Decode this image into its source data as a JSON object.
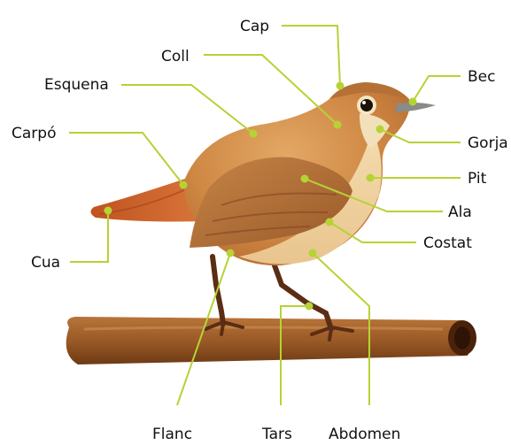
{
  "colors": {
    "leader": "#b5d334",
    "text": "#111111",
    "branch": "#8a4e1e",
    "bird_body": "#d08a45"
  },
  "labels": {
    "cap": "Cap",
    "coll": "Coll",
    "esquena": "Esquena",
    "carpo": "Carpó",
    "cua": "Cua",
    "bec": "Bec",
    "gorja": "Gorja",
    "pit": "Pit",
    "ala": "Ala",
    "costat": "Costat",
    "flanc": "Flanc",
    "tars": "Tars",
    "abdomen": "Abdomen"
  }
}
